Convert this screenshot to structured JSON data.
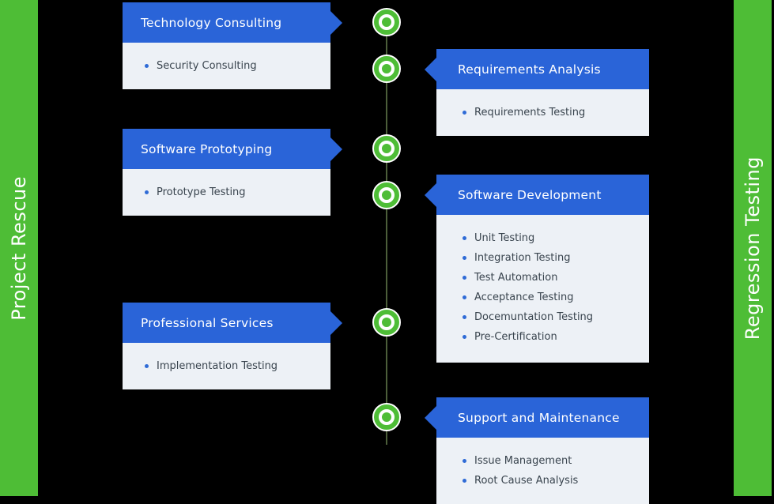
{
  "rails": {
    "left_label": "Project Rescue",
    "right_label": "Regression Testing"
  },
  "colors": {
    "rail_green": "#4ebd36",
    "header_blue": "#2a64d8",
    "panel_background": "#edf1f6",
    "timeline_line": "#4c5e3a",
    "bullet_dot_blue": "#2f6bd6",
    "bullet_text": "#39444e",
    "header_text": "#ffffff",
    "background": "#000000"
  },
  "timeline": {
    "node_count": 6,
    "node_icon": "green-ring-circle"
  },
  "left_column": [
    {
      "title": "Technology Consulting",
      "items": [
        "Security Consulting"
      ]
    },
    {
      "title": "Software Prototyping",
      "items": [
        "Prototype Testing"
      ]
    },
    {
      "title": "Professional Services",
      "items": [
        "Implementation Testing"
      ]
    }
  ],
  "right_column": [
    {
      "title": "Requirements Analysis",
      "items": [
        "Requirements Testing"
      ]
    },
    {
      "title": "Software Development",
      "items": [
        "Unit Testing",
        "Integration Testing",
        "Test Automation",
        "Acceptance Testing",
        "Docemuntation Testing",
        "Pre-Certification"
      ]
    },
    {
      "title": "Support and Maintenance",
      "items": [
        "Issue Management",
        "Root Cause Analysis"
      ]
    }
  ]
}
